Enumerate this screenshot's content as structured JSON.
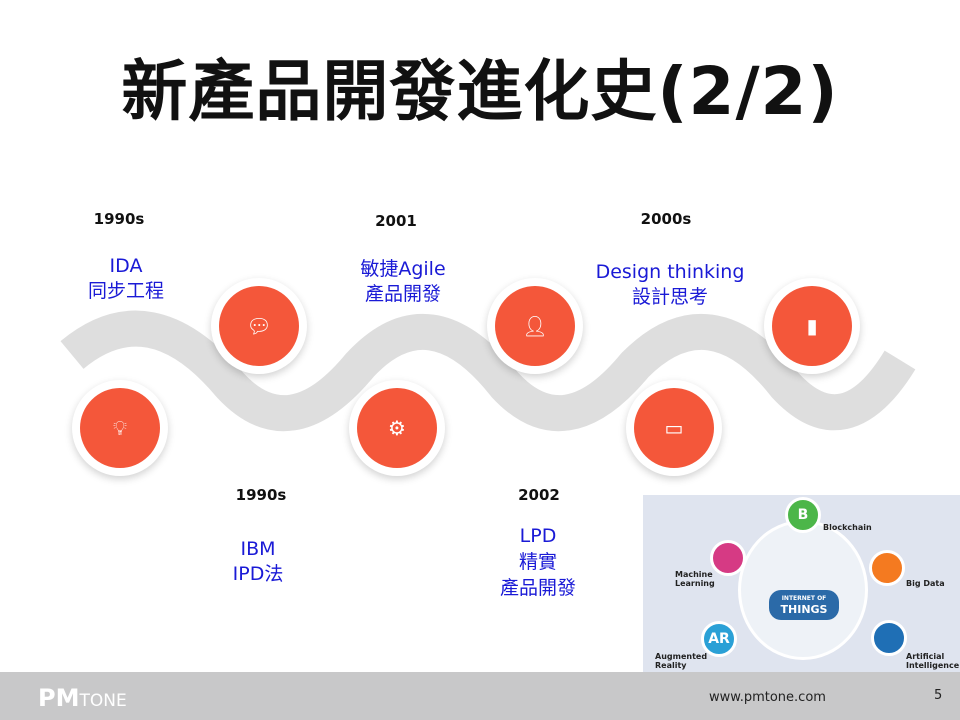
{
  "title": "新產品開發進化史(2/2)",
  "timeline": [
    {
      "year": "1990s",
      "line1": "IDA",
      "line2": "同步工程",
      "icon": "lightbulb-icon"
    },
    {
      "year": "1990s",
      "line1": "IBM",
      "line2": "IPD法",
      "icon": "chat-bubbles-icon"
    },
    {
      "year": "2001",
      "line1": "敏捷Agile",
      "line2": "產品開發",
      "icon": "gears-icon"
    },
    {
      "year": "2002",
      "line1": "LPD",
      "line2": "精實",
      "line3": "產品開發",
      "icon": "user-icon"
    },
    {
      "year": "2000s",
      "line1": "Design thinking",
      "line2": "設計思考",
      "icon": "presentation-icon"
    },
    {
      "icon": "bar-chart-icon"
    }
  ],
  "iot": {
    "center_top": "INTERNET OF",
    "center": "THINGS",
    "nodes": [
      "Blockchain",
      "Big Data",
      "Artificial Intelligence",
      "Augmented Reality",
      "Machine Learning"
    ],
    "ar": "AR",
    "b": "B"
  },
  "colors": {
    "accent": "#f4573a",
    "label": "#1a1ad6",
    "footer": "#c8c8c9"
  },
  "footer": {
    "logo_a": "PM",
    "logo_b": "TONE",
    "url": "www.pmtone.com",
    "page": "5"
  }
}
